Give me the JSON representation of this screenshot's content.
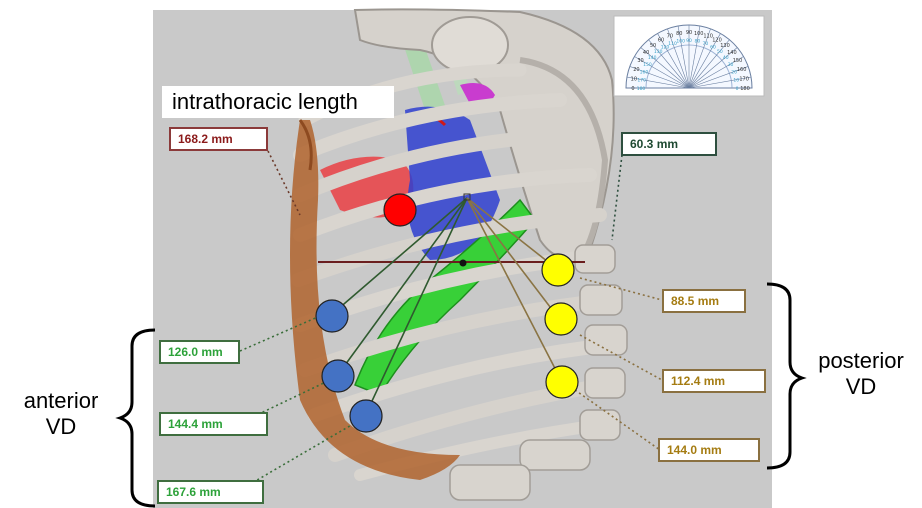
{
  "title": "intrathoracic length",
  "measurements": {
    "intrathoracic": "168.2 mm",
    "posterior_top": "60.3 mm",
    "anterior": [
      "126.0 mm",
      "144.4 mm",
      "167.6 mm"
    ],
    "posterior": [
      "88.5 mm",
      "112.4 mm",
      "144.0 mm"
    ]
  },
  "side_labels": {
    "anterior_line1": "anterior",
    "anterior_line2": "VD",
    "posterior_line1": "posterior",
    "posterior_line2": "VD"
  },
  "protractor": {
    "outer_scale": [
      "0",
      "10",
      "20",
      "30",
      "40",
      "50",
      "60",
      "70",
      "80",
      "90",
      "100",
      "110",
      "120",
      "130",
      "140",
      "150",
      "160",
      "170",
      "180"
    ],
    "inner_scale": [
      "180",
      "170",
      "160",
      "150",
      "140",
      "130",
      "120",
      "110",
      "100",
      "90",
      "80",
      "70",
      "60",
      "50",
      "40",
      "30",
      "20",
      "10",
      "0"
    ]
  },
  "colors": {
    "red_marker": "#ff0000",
    "blue_marker": "#4472c4",
    "yellow_marker": "#ffff00",
    "green_vessel": "#2ecc2e",
    "background": "#c8c8c8"
  }
}
